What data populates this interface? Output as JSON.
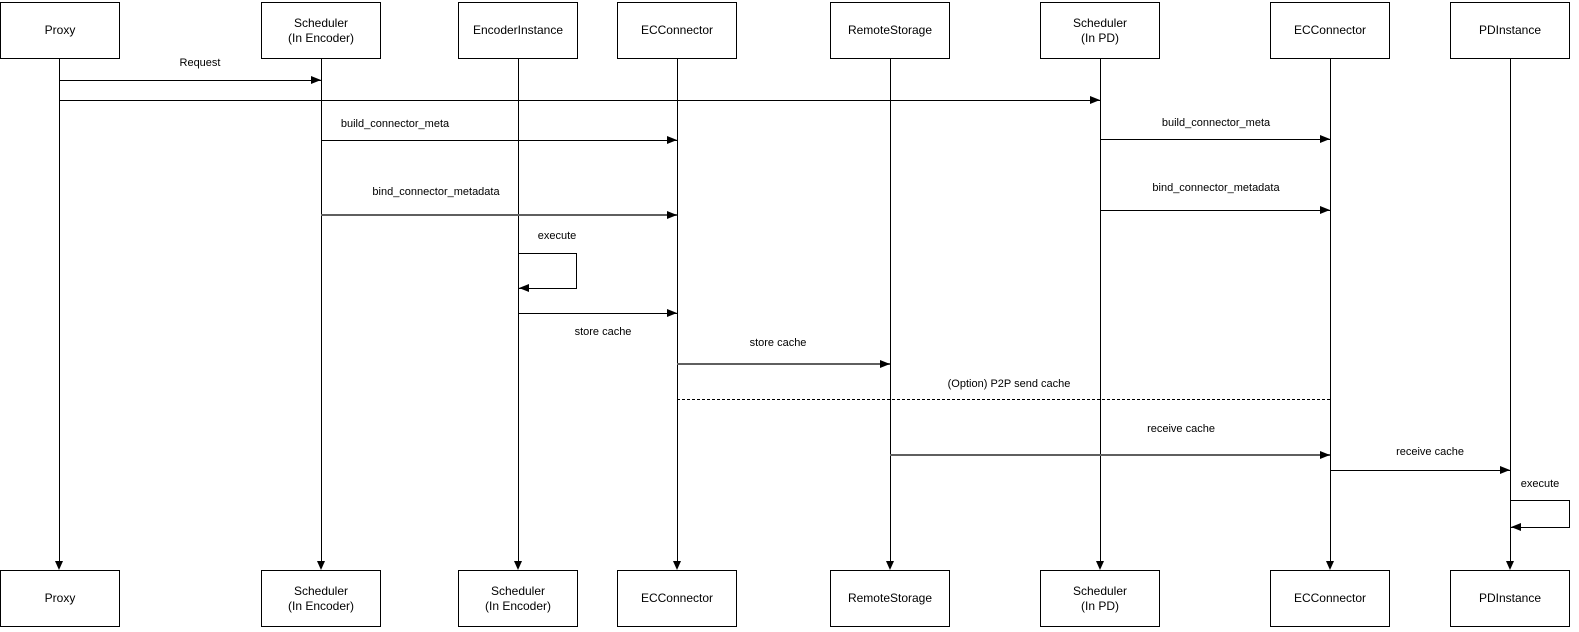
{
  "diagram": {
    "type": "uml-sequence",
    "background_color": "#ffffff",
    "line_color": "#000000",
    "muted_line_color": "#5f5f5f"
  },
  "actors": {
    "top": [
      {
        "label": "Proxy"
      },
      {
        "label": "Scheduler\n(In Encoder)"
      },
      {
        "label": "EncoderInstance"
      },
      {
        "label": "ECConnector"
      },
      {
        "label": "RemoteStorage"
      },
      {
        "label": "Scheduler\n(In PD)"
      },
      {
        "label": "ECConnector"
      },
      {
        "label": "PDInstance"
      }
    ],
    "bottom": [
      {
        "label": "Proxy"
      },
      {
        "label": "Scheduler\n(In Encoder)"
      },
      {
        "label": "Scheduler\n(In Encoder)"
      },
      {
        "label": "ECConnector"
      },
      {
        "label": "RemoteStorage"
      },
      {
        "label": "Scheduler\n(In PD)"
      },
      {
        "label": "ECConnector"
      },
      {
        "label": "PDInstance"
      }
    ]
  },
  "messages": [
    {
      "label": "Request",
      "from": "Proxy",
      "to": "Scheduler (In Encoder)",
      "style": "solid"
    },
    {
      "label": "",
      "from": "Proxy",
      "to": "Scheduler (In PD)",
      "style": "solid"
    },
    {
      "label": "build_connector_meta",
      "from": "Scheduler (In Encoder)",
      "to": "ECConnector",
      "style": "solid"
    },
    {
      "label": "build_connector_meta",
      "from": "Scheduler (In PD)",
      "to": "ECConnector",
      "style": "solid"
    },
    {
      "label": "bind_connector_metadata",
      "from": "Scheduler (In Encoder)",
      "to": "ECConnector",
      "style": "solid"
    },
    {
      "label": "bind_connector_metadata",
      "from": "Scheduler (In PD)",
      "to": "ECConnector",
      "style": "solid"
    },
    {
      "label": "execute",
      "from": "EncoderInstance",
      "to": "EncoderInstance",
      "style": "self-loop"
    },
    {
      "label": "store cache",
      "from": "EncoderInstance",
      "to": "ECConnector",
      "style": "solid"
    },
    {
      "label": "store cache",
      "from": "ECConnector",
      "to": "RemoteStorage",
      "style": "solid"
    },
    {
      "label": "(Option) P2P send cache",
      "from": "ECConnector",
      "to": "ECConnector (PD side)",
      "style": "dashed"
    },
    {
      "label": "receive cache",
      "from": "RemoteStorage",
      "to": "ECConnector (PD side)",
      "style": "solid"
    },
    {
      "label": "receive cache",
      "from": "ECConnector (PD side)",
      "to": "PDInstance",
      "style": "solid"
    },
    {
      "label": "execute",
      "from": "PDInstance",
      "to": "PDInstance",
      "style": "self-loop"
    }
  ]
}
